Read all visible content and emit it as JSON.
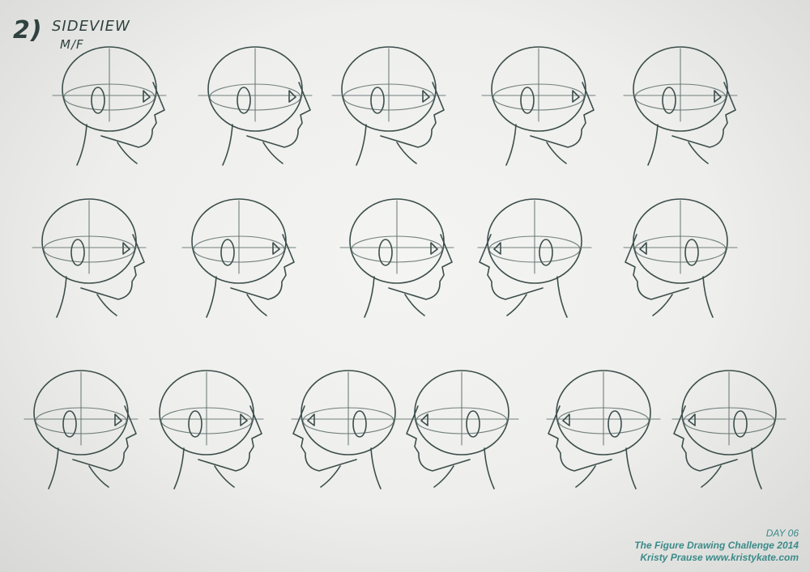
{
  "sheet": {
    "title_number": "2)",
    "title": "SIDEVIEW",
    "subtitle": "M/F"
  },
  "credits": {
    "day": "DAY 06",
    "challenge": "The Figure Drawing Challenge 2014",
    "author": "Kristy Prause www.kristykate.com"
  },
  "sketches": {
    "rows": [
      {
        "heads": [
          {
            "facing": "right"
          },
          {
            "facing": "right"
          },
          {
            "facing": "right"
          },
          {
            "facing": "right"
          },
          {
            "facing": "right"
          }
        ]
      },
      {
        "heads": [
          {
            "facing": "right"
          },
          {
            "facing": "right"
          },
          {
            "facing": "right"
          },
          {
            "facing": "left"
          },
          {
            "facing": "left"
          }
        ]
      },
      {
        "heads": [
          {
            "facing": "right"
          },
          {
            "facing": "right"
          },
          {
            "facing": "left"
          },
          {
            "facing": "left"
          },
          {
            "facing": "left"
          },
          {
            "facing": "left"
          }
        ]
      }
    ]
  },
  "colors": {
    "paper": "#eeeeec",
    "pencil": "#3b4e4c",
    "credit_text": "#3a8a88"
  }
}
